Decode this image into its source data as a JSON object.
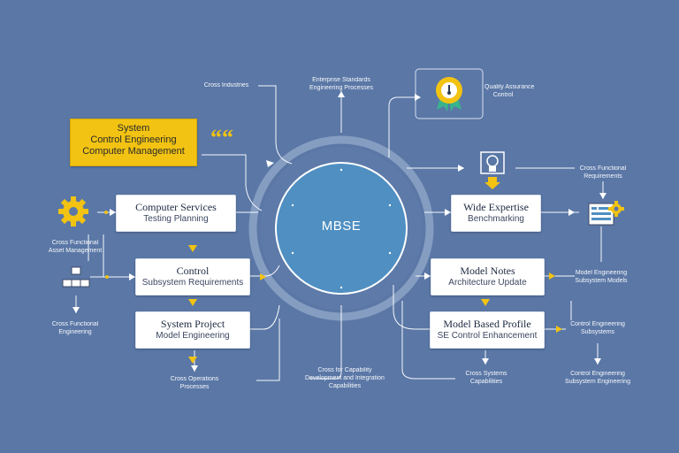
{
  "hub": {
    "label": "MBSE"
  },
  "callout": {
    "line1": "System",
    "line2": "Control Engineering",
    "line3": "Computer Management",
    "quote_glyph": "““"
  },
  "left_boxes": [
    {
      "title": "Computer Services",
      "subtitle": "Testing Planning"
    },
    {
      "title": "Control",
      "subtitle": "Subsystem Requirements"
    },
    {
      "title": "System Project",
      "subtitle": "Model Engineering"
    }
  ],
  "right_boxes": [
    {
      "title": "Wide Expertise",
      "subtitle": "Benchmarking"
    },
    {
      "title": "Model Notes",
      "subtitle": "Architecture Update"
    },
    {
      "title": "Model Based Profile",
      "subtitle": "SE Control Enhancement"
    }
  ],
  "labels": {
    "top_left": "Cross Industries",
    "top_center": [
      "Enterprise Standards",
      "Engineering Processes"
    ],
    "top_right": [
      "Quality Assurance",
      "Control"
    ],
    "right_upper": [
      "Cross Functional",
      "Requirements"
    ],
    "left_gear": [
      "Cross Functional",
      "Asset Management"
    ],
    "left_lower": [
      "Cross Functional",
      "Engineering"
    ],
    "bottom_left": [
      "Cross Operations",
      "Processes"
    ],
    "bottom_center": [
      "Cross for Capability",
      "Development and Integration",
      "Capabilities"
    ],
    "bottom_right_mid": [
      "Cross Systems",
      "Capabilities"
    ],
    "right_mid": [
      "Model Engineering",
      "Subsystem Models"
    ],
    "right_lower": [
      "Control Engineering",
      "Subsystems"
    ],
    "bottom_right": [
      "Control Engineering",
      "Subsystem Engineering"
    ]
  },
  "colors": {
    "background": "#5a77a6",
    "accent": "#f2c312",
    "hub_fill": "#4f8fc2",
    "ring": "#8aa1c4"
  },
  "icons": [
    "gear-icon",
    "network-blocks-icon",
    "award-badge-icon",
    "trophy-icon",
    "dashboard-gear-icon"
  ]
}
